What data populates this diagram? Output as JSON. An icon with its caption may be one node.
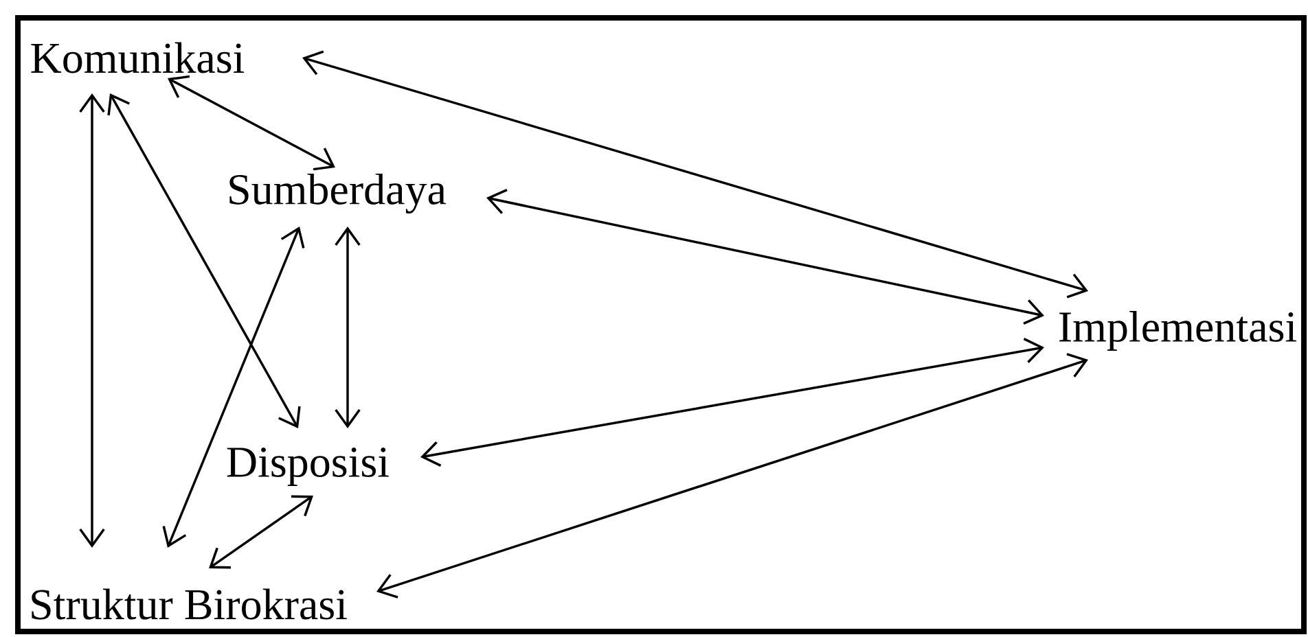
{
  "diagram": {
    "nodes": [
      {
        "text": [
          "Komunikasi"
        ]
      },
      {
        "text": [
          "Sumberdaya"
        ]
      },
      {
        "text": [
          "Implementasi"
        ]
      },
      {
        "text": [
          "Disposisi"
        ]
      },
      {
        "text": [
          "Struktur Birokrasi"
        ]
      }
    ],
    "edges": [
      {
        "from": 0,
        "to": 2,
        "arrow": "both"
      },
      {
        "from": 0,
        "to": 1,
        "arrow": "both"
      },
      {
        "from": 0,
        "to": 4,
        "arrow": "both"
      },
      {
        "from": 0,
        "to": 3,
        "arrow": "both"
      },
      {
        "from": 1,
        "to": 2,
        "arrow": "both"
      },
      {
        "from": 1,
        "to": 3,
        "arrow": "both"
      },
      {
        "from": 1,
        "to": 4,
        "arrow": "both"
      },
      {
        "from": 3,
        "to": 2,
        "arrow": "both"
      },
      {
        "from": 3,
        "to": 4,
        "arrow": "both"
      },
      {
        "from": 4,
        "to": 2,
        "arrow": "both"
      }
    ]
  }
}
